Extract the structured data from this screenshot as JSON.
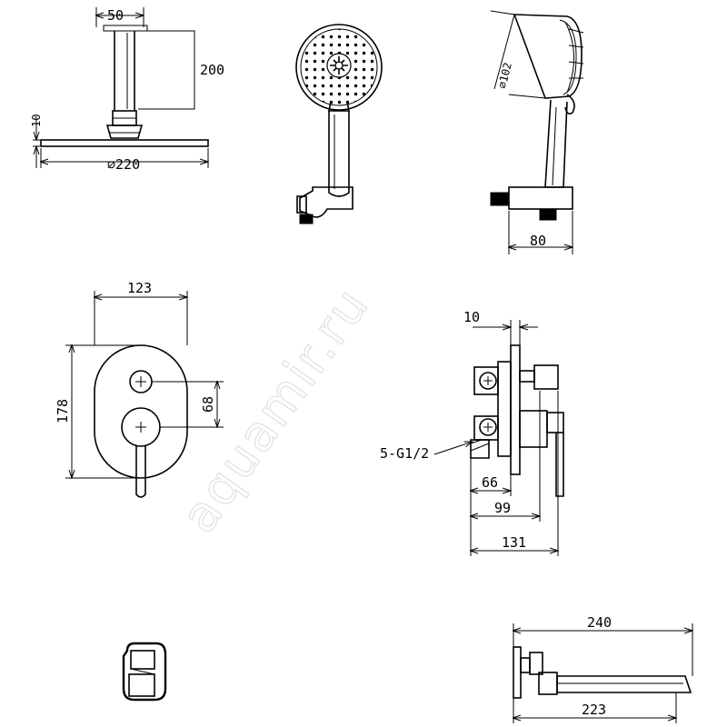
{
  "watermark": "aquamir.ru",
  "overhead_shower": {
    "dims": {
      "top_width": "50",
      "height": "200",
      "thickness": "10",
      "diameter": "⌀220"
    }
  },
  "hand_shower_front": {},
  "hand_shower_side": {
    "dims": {
      "head_diameter": "⌀102",
      "bracket_width": "80"
    }
  },
  "mixer_front": {
    "dims": {
      "width": "123",
      "height": "178",
      "handle_spacing": "68"
    }
  },
  "mixer_side": {
    "dims": {
      "plate": "10",
      "thread_callout": "5-G1/2",
      "depth_66": "66",
      "depth_99": "99",
      "depth_131": "131"
    }
  },
  "spout_front": {},
  "spout_side": {
    "dims": {
      "total_length": "240",
      "spout_reach": "223"
    }
  }
}
